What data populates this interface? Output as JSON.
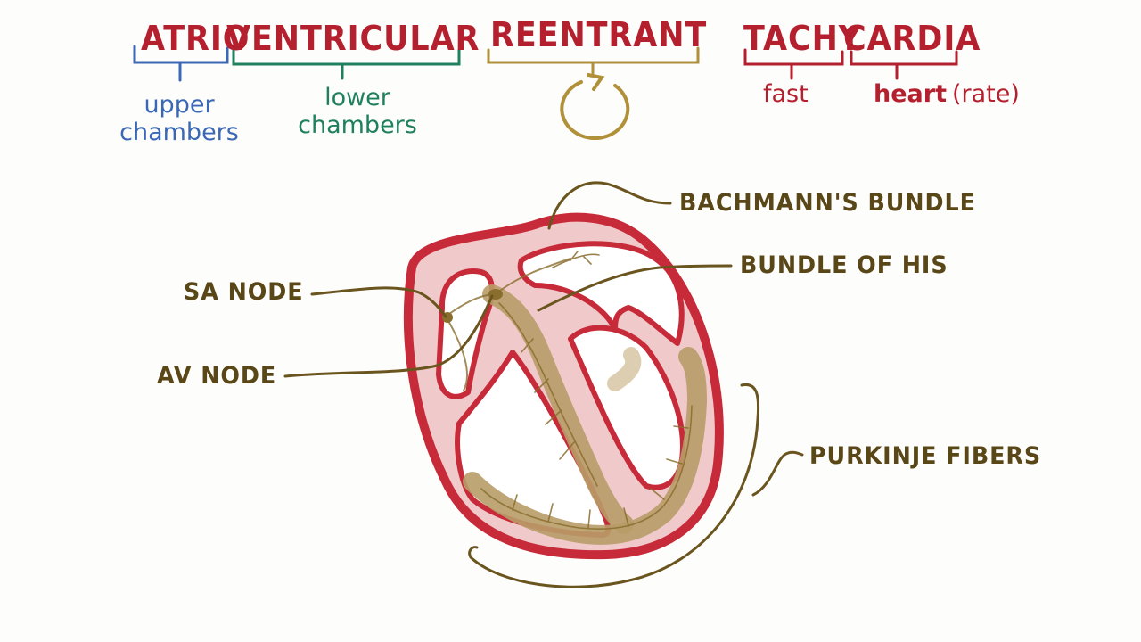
{
  "title": {
    "atrio": "ATRIO",
    "ventricular": "VENTRICULAR",
    "reentrant": "REENTRANT",
    "tachy": "TACHY",
    "cardia": "CARDIA"
  },
  "word_parts": {
    "atrio_meaning": "upper chambers",
    "ventricular_meaning": "lower chambers",
    "tachy_meaning": "fast",
    "cardia_meaning": "heart",
    "cardia_note": "(rate)"
  },
  "labels": {
    "bachmanns_bundle": "BACHMANN'S BUNDLE",
    "bundle_of_his": "BUNDLE OF HIS",
    "sa_node": "SA NODE",
    "av_node": "AV NODE",
    "purkinje_fibers": "PURKINJE FIBERS"
  },
  "colors": {
    "title_red": "#b5202e",
    "blue": "#3b68b4",
    "green": "#1f8060",
    "gold": "#b1903a",
    "label_brown": "#5a4718",
    "heart_wall": "#c72a38",
    "heart_fill": "#f0c9ca",
    "conduction": "#b89c68"
  }
}
